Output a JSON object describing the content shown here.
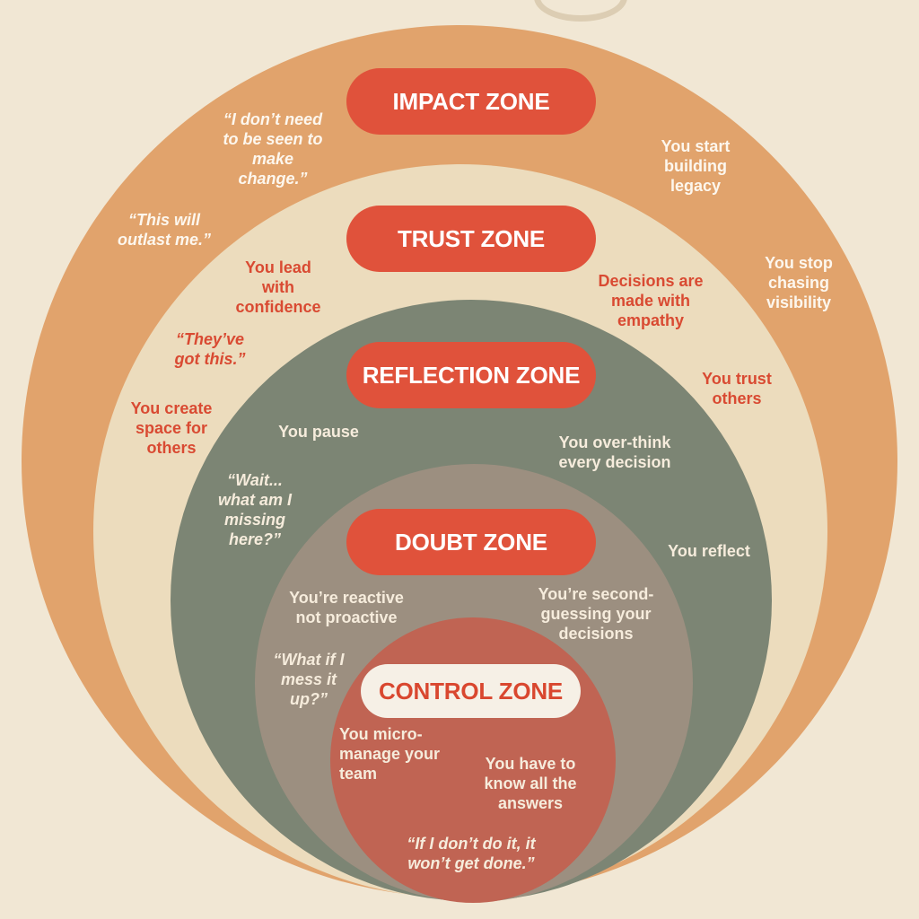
{
  "zones": {
    "impact": "IMPACT ZONE",
    "trust": "TRUST ZONE",
    "reflection": "REFLECTION ZONE",
    "doubt": "DOUBT ZONE",
    "control": "CONTROL ZONE"
  },
  "impact": {
    "quote_seen": "“I don’t need\nto be seen to\nmake\nchange.”",
    "quote_outlast": "“This will\noutlast me.”",
    "legacy": "You start\nbuilding\nlegacy",
    "visibility": "You stop\nchasing\nvisibility"
  },
  "trust": {
    "lead": "You lead\nwith\nconfidence",
    "quote_got": "“They’ve\ngot this.”",
    "space": "You create\nspace for\nothers",
    "empathy": "Decisions are\nmade with\nempathy",
    "trust_others": "You trust\nothers"
  },
  "reflection": {
    "pause": "You pause",
    "quote_wait": "“Wait...\nwhat am I\nmissing\nhere?”",
    "overthink": "You over-think\nevery decision",
    "reflect": "You reflect"
  },
  "doubt": {
    "reactive": "You’re reactive\nnot proactive",
    "second_guess": "You’re second-\nguessing your\ndecisions",
    "quote_mess": "“What if I\nmess it\nup?”"
  },
  "control": {
    "micromanage": "You micro-\nmanage your\nteam",
    "answers": "You have to\nknow all the\nanswers",
    "quote_done": "“If I don’t do it, it\nwon’t get done.”"
  },
  "colors": {
    "impact": "#e1a36c",
    "trust": "#ecdcbd",
    "reflection": "#7c8574",
    "doubt": "#9c8f80",
    "control": "#c06453",
    "pill_red": "#e0523b",
    "background": "#f1e7d4"
  }
}
